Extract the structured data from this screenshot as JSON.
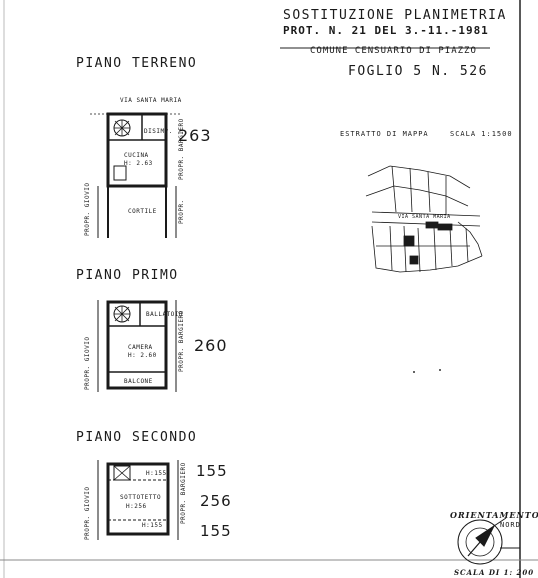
{
  "header": {
    "line1": "SOSTITUZIONE  PLANIMETRIA",
    "line2": "PROT. N. 21 DEL  3.-11.-1981",
    "comune": "COMUNE  CENSUARIO  DI PIAZZO",
    "foglio": "FOGLIO  5  N. 526"
  },
  "estratto": {
    "label": "ESTRATTO DI MAPPA",
    "scale": "SCALA 1:1500"
  },
  "floors": {
    "terreno": {
      "title": "PIANO    TERRENO",
      "street": "VIA  SANTA  MARIA",
      "room_top": "DISIMP.",
      "room_main": "CUCINA",
      "room_h": "H: 2.63",
      "courtyard": "CORTILE",
      "left_owner": "PROPR. GIOVIO",
      "right_owner": "PROPR. BARGIERO",
      "right_owner_lower": "PROPR.",
      "height_note": "263"
    },
    "primo": {
      "title": "PIANO    PRIMO",
      "room_top": "BALLATOIO",
      "room_main": "CAMERA",
      "room_h": "H: 2.60",
      "balcony": "BALCONE",
      "left_owner": "PROPR. GIOVIO",
      "right_owner": "PROPR. BARGIERO",
      "height_note": "260"
    },
    "secondo": {
      "title": "PIANO    SECONDO",
      "room_top_h": "H:155",
      "room_main": "SOTTOTETTO",
      "room_h": "H:256",
      "room_bottom_h": "H:155",
      "left_owner": "PROPR. GIOVIO",
      "right_owner": "PROPR. BARGIERO",
      "note1": "155",
      "note2": "256",
      "note3": "155"
    }
  },
  "orientation": {
    "label": "ORIENTAMENTO",
    "nord": "NORD",
    "scale": "SCALA DI 1: 200"
  }
}
